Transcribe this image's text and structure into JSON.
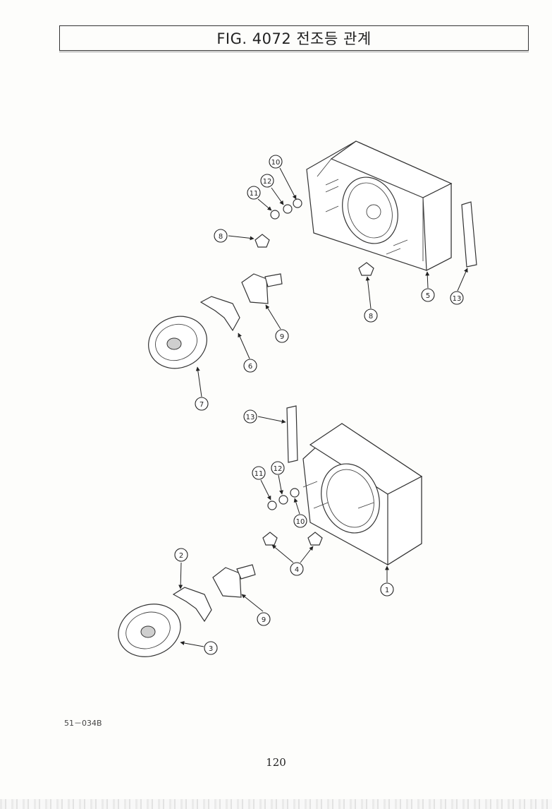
{
  "title": "FIG. 4072 전조등 관계",
  "doc_number": "51－034B",
  "page_number": "120",
  "callouts": [
    "10",
    "12",
    "11",
    "8",
    "8",
    "5",
    "13",
    "9",
    "6",
    "7",
    "13",
    "11",
    "12",
    "10",
    "2",
    "4",
    "1",
    "9",
    "3"
  ]
}
